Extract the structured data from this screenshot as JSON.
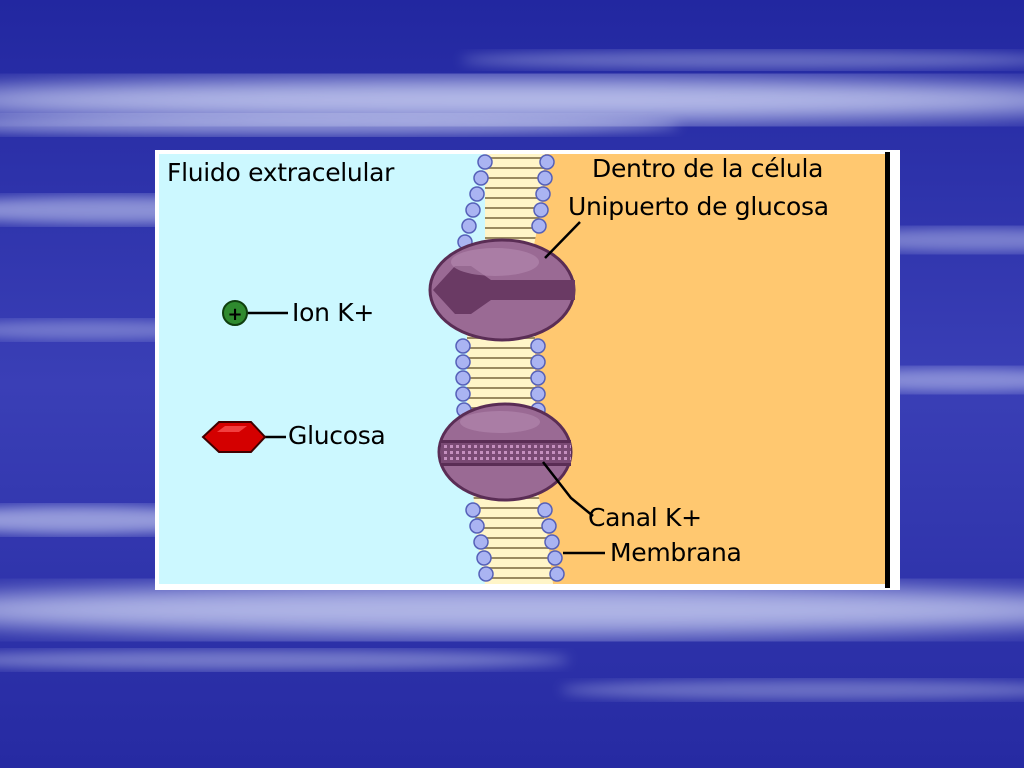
{
  "diagram": {
    "labels": {
      "extracellular": "Fluido extracelular",
      "intracellular": "Dentro de la célula",
      "uniporter": "Unipuerto de glucosa",
      "potassium_ion": "Ion K+",
      "glucose": "Glucosa",
      "k_channel": "Canal K+",
      "membrane": "Membrana"
    },
    "ion_symbol": "+",
    "colors": {
      "slide_background": "#2b2fa6",
      "extracellular_fluid": "#ccf8ff",
      "cytoplasm": "#ffc870",
      "protein": "#9a6a94",
      "lipid_heads": "#aab4f2",
      "lipid_tails": "#fff5c8",
      "glucose": "#d40000",
      "potassium": "#2f8a2f"
    }
  }
}
